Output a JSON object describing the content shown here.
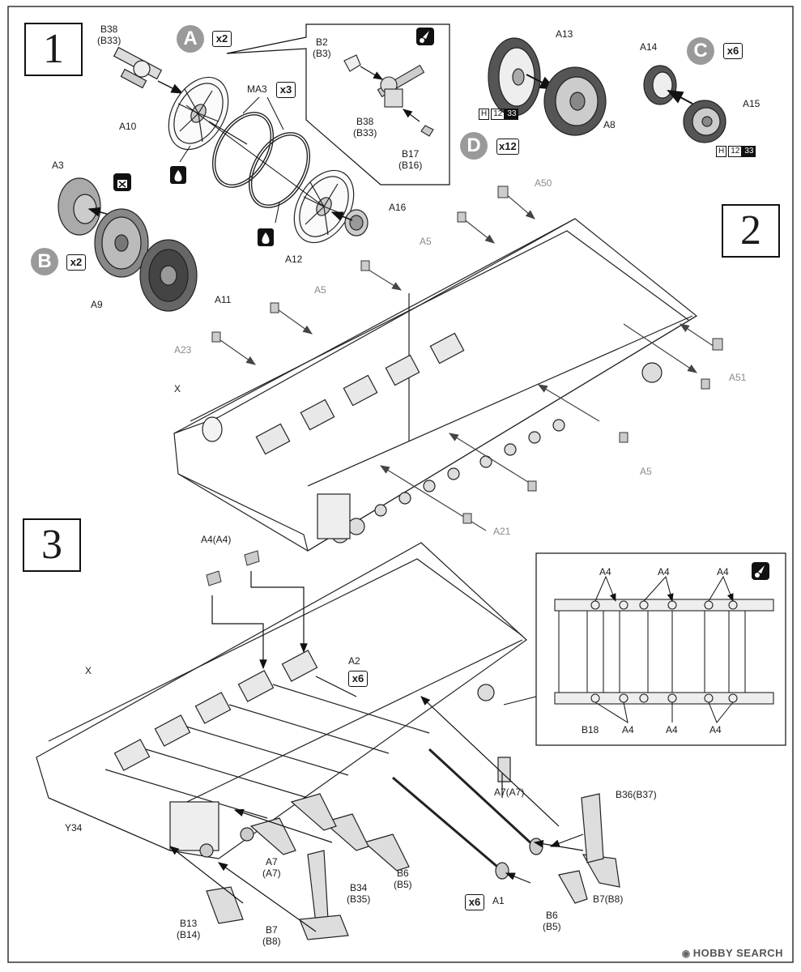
{
  "steps": {
    "s1": "1",
    "s2": "2",
    "s3": "3"
  },
  "sub_assemblies": {
    "A": {
      "letter": "A",
      "qty": "x2"
    },
    "B": {
      "letter": "B",
      "qty": "x2"
    },
    "C": {
      "letter": "C",
      "qty": "x6"
    },
    "D": {
      "letter": "D",
      "qty": "x12"
    }
  },
  "step1_labels": {
    "b38": "B38",
    "b33": "(B33)",
    "a10": "A10",
    "ma3": "MA3",
    "ma3_qty": "x3",
    "b2": "B2",
    "b3": "(B3)",
    "b38b": "B38",
    "b33b": "(B33)",
    "b17": "B17",
    "b16": "(B16)",
    "a3": "A3",
    "a16": "A16",
    "a12": "A12",
    "a9": "A9",
    "a11": "A11",
    "a13": "A13",
    "a8": "A8",
    "a14": "A14",
    "a15": "A15"
  },
  "paint_codes": {
    "wheel_large": {
      "h": "H",
      "n1": "12",
      "n2": "33"
    },
    "wheel_small": {
      "h": "H",
      "n1": "12",
      "n2": "33"
    }
  },
  "step2_labels": {
    "a50": "A50",
    "a5_top": "A5",
    "a5_mid": "A5",
    "a23": "A23",
    "a51": "A51",
    "x": "X",
    "a5_bottom": "A5",
    "a21": "A21"
  },
  "step3_labels": {
    "a4_top": "A4(A4)",
    "x": "X",
    "a2": "A2",
    "a2_qty": "x6",
    "y34": "Y34",
    "a7_right": "A7(A7)",
    "b36": "B36(B37)",
    "a7": "A7",
    "a7b": "(A7)",
    "b6": "B6",
    "b5": "(B5)",
    "b34": "B34",
    "b35": "(B35)",
    "b7": "B7",
    "b8": "(B8)",
    "b7r": "B7(B8)",
    "b13": "B13",
    "b14": "(B14)",
    "a1_qty": "x6",
    "a1": "A1",
    "b6r": "B6",
    "b5r": "(B5)"
  },
  "inset_labels": {
    "a4_1": "A4",
    "a4_2": "A4",
    "a4_3": "A4",
    "a4_4": "A4",
    "a4_5": "A4",
    "a4_6": "A4",
    "b18": "B18"
  },
  "watermark": {
    "text": "HOBBY SEARCH"
  },
  "icons": [
    "glue-icon",
    "paint-icon",
    "no-glue-icon",
    "oil-icon"
  ]
}
